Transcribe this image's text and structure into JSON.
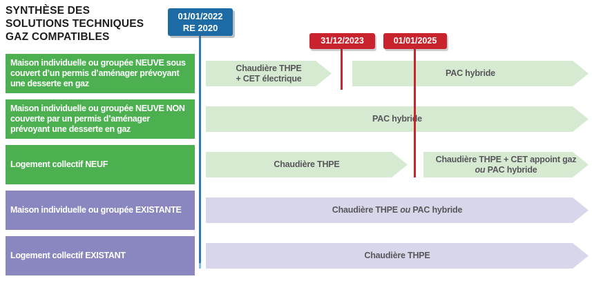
{
  "title": {
    "line1": "SYNTHÈSE DES",
    "line2": "SOLUTIONS TECHNIQUES",
    "line3": "GAZ COMPATIBLES"
  },
  "timeline": {
    "start": {
      "date": "01/01/2022",
      "label": "RE 2020",
      "color": "#1d6ba4"
    },
    "deadline1": {
      "date": "31/12/2023",
      "color": "#c9242e"
    },
    "deadline2": {
      "date": "01/01/2025",
      "color": "#c9242e"
    }
  },
  "rows": [
    {
      "category": "Maison individuelle ou groupée NEUVE sous couvert d’un permis d’aménager prévoyant une desserte en gaz",
      "segment": "neuf",
      "arrows": [
        {
          "line1": "Chaudière THPE",
          "line2": "+ CET électrique"
        },
        {
          "label": "PAC hybride"
        }
      ]
    },
    {
      "category": "Maison individuelle ou groupée NEUVE NON couverte par un permis d’aménager prévoyant une desserte en gaz",
      "segment": "neuf",
      "arrows": [
        {
          "label": "PAC hybride"
        }
      ]
    },
    {
      "category": "Logement collectif NEUF",
      "segment": "neuf",
      "arrows": [
        {
          "label": "Chaudière THPE"
        },
        {
          "line1": "Chaudière THPE + CET appoint gaz",
          "line2_italic": "ou",
          "line2_rest": " PAC hybride"
        }
      ]
    },
    {
      "category": "Maison individuelle ou groupée EXISTANTE",
      "segment": "existant",
      "arrows": [
        {
          "label_pre": "Chaudière THPE ",
          "label_italic": "ou",
          "label_post": " PAC hybride"
        }
      ]
    },
    {
      "category": "Logement collectif EXISTANT",
      "segment": "existant",
      "arrows": [
        {
          "label": "Chaudière THPE"
        }
      ]
    }
  ],
  "colors": {
    "new_category_green": "#4cb051",
    "existing_category_purple": "#8a86bf",
    "new_arrow_light_green": "#d6e9d1",
    "existing_arrow_light_purple": "#d8d6ea",
    "start_marker_blue": "#1d6ba4",
    "deadline_marker_red": "#c9242e",
    "arrow_text_gray": "#57575b",
    "title_text": "#1d1d1b"
  }
}
